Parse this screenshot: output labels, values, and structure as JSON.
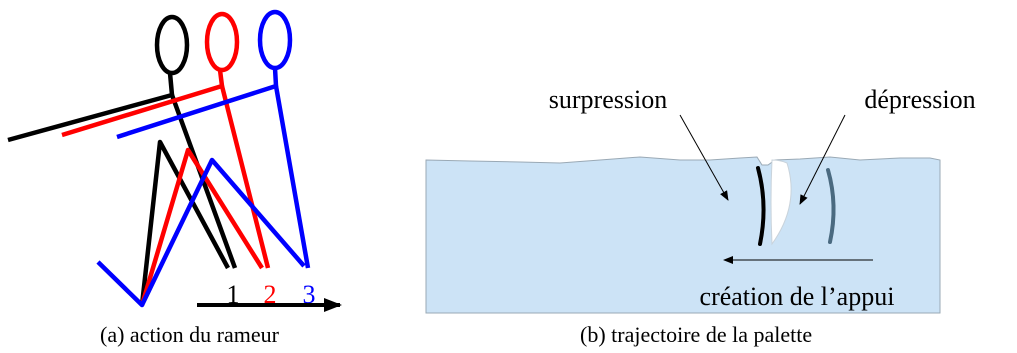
{
  "panel_a": {
    "caption": "(a)  action du rameur",
    "positions": [
      {
        "label": "1",
        "color": "#000000"
      },
      {
        "label": "2",
        "color": "#ff0000"
      },
      {
        "label": "3",
        "color": "#0000ff"
      }
    ]
  },
  "panel_b": {
    "caption": "(b)  trajectoire de la palette",
    "label_left": "surpression",
    "label_right": "dépression",
    "label_bottom": "création de l’appui",
    "water_color": "#cce3f6",
    "blade_color_front": "#000000",
    "blade_color_back": "#4a6a80"
  }
}
